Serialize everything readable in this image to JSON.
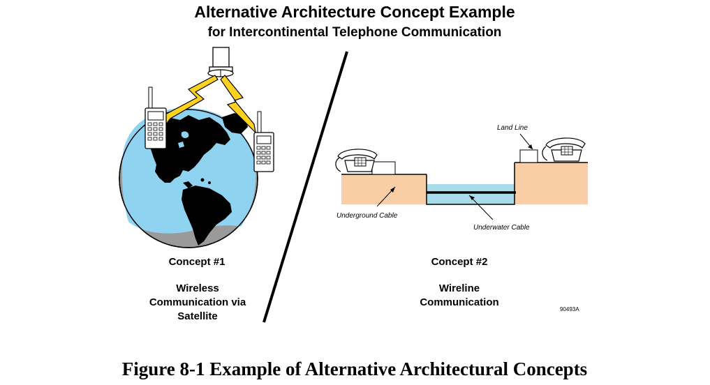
{
  "header": {
    "title": "Alternative Architecture Concept Example",
    "subtitle": "for Intercontinental Telephone Communication"
  },
  "concept1": {
    "heading": "Concept #1",
    "description_lines": [
      "Wireless",
      "Communication via",
      "Satellite"
    ]
  },
  "concept2": {
    "heading": "Concept #2",
    "description_lines": [
      "Wireline",
      "Communication"
    ],
    "labels": {
      "land_line": "Land Line",
      "underground_cable": "Underground Cable",
      "underwater_cable": "Underwater Cable"
    },
    "figure_code": "90493A"
  },
  "caption": "Figure 8-1 Example of Alternative Architectural Concepts",
  "colors": {
    "ocean": "#8fd3f0",
    "land": "#000000",
    "globe_shadow": "#9a9a9a",
    "lightning": "#ffd21f",
    "ground": "#f9cea6",
    "water": "#a9dcea"
  },
  "icons": [
    "satellite-icon",
    "lightning-icon",
    "mobile-phone-icon",
    "globe-icon",
    "desk-telephone-icon"
  ]
}
